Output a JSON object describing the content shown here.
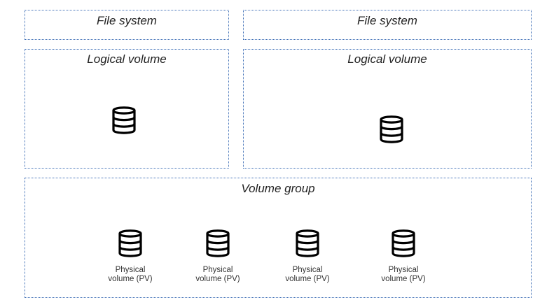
{
  "filesystems": [
    {
      "title": "File system"
    },
    {
      "title": "File system"
    }
  ],
  "logical_volumes": [
    {
      "title": "Logical volume",
      "icon": "database-icon"
    },
    {
      "title": "Logical volume",
      "icon": "database-icon"
    }
  ],
  "volume_group": {
    "title": "Volume group",
    "physical_volumes": [
      {
        "label": "Physical\nvolume (PV)",
        "icon": "database-icon"
      },
      {
        "label": "Physical\nvolume (PV)",
        "icon": "database-icon"
      },
      {
        "label": "Physical\nvolume (PV)",
        "icon": "database-icon"
      },
      {
        "label": "Physical\nvolume (PV)",
        "icon": "database-icon"
      }
    ]
  },
  "colors": {
    "border": "#3f6fb6",
    "icon": "#000000"
  }
}
